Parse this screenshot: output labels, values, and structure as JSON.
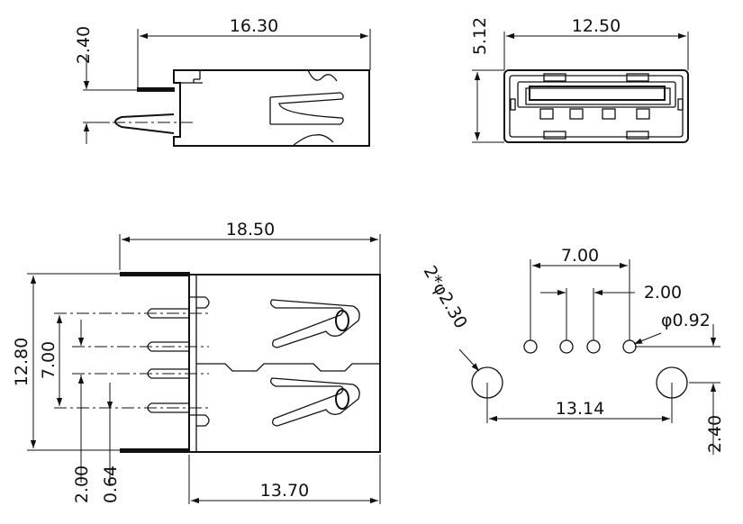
{
  "side_view": {
    "length": "16.30",
    "pin_offset": "2.40"
  },
  "front_view": {
    "width": "12.50",
    "height": "5.12"
  },
  "top_view": {
    "length": "18.50",
    "width": "12.80",
    "pin_span": "7.00",
    "pin_pitch": "2.00",
    "pin_offset": "0.64",
    "body_length": "13.70"
  },
  "footprint": {
    "pin_span": "7.00",
    "pin_pitch": "2.00",
    "pin_hole": "φ0.92",
    "mount_hole": "2*φ2.30",
    "mount_span": "13.14",
    "mount_offset": "2.40"
  },
  "style": {
    "line_color": "#111111",
    "background": "#ffffff"
  }
}
